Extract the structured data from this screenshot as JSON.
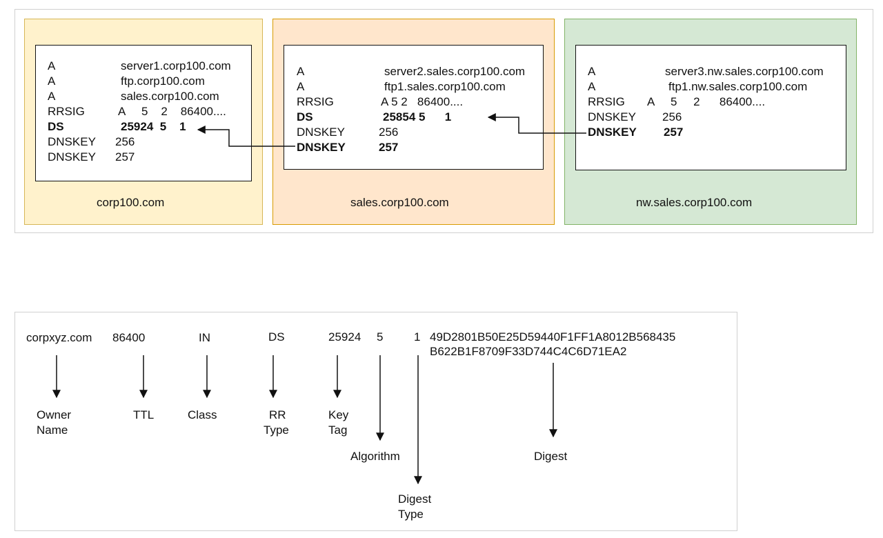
{
  "zones": [
    {
      "name": "corp100.com",
      "records": [
        [
          "A",
          "server1.corp100.com"
        ],
        [
          "A",
          "ftp.corp100.com"
        ],
        [
          "A",
          "sales.corp100.com"
        ],
        [
          "RRSIG",
          "A     5    2    86400...."
        ],
        [
          "DS",
          "25924  5    1"
        ],
        [
          "DNSKEY",
          "256"
        ],
        [
          "DNSKEY",
          "257"
        ]
      ]
    },
    {
      "name": "sales.corp100.com",
      "records": [
        [
          "A",
          "server2.sales.corp100.com"
        ],
        [
          "A",
          "ftp1.sales.corp100.com"
        ],
        [
          "RRSIG",
          "A 5 2   86400...."
        ],
        [
          "DS",
          "25854 5      1"
        ],
        [
          "DNSKEY",
          "256"
        ],
        [
          "DNSKEY",
          "257"
        ]
      ]
    },
    {
      "name": "nw.sales.corp100.com",
      "records": [
        [
          "A",
          "server3.nw.sales.corp100.com"
        ],
        [
          "A",
          "ftp1.nw.sales.corp100.com"
        ],
        [
          "RRSIG",
          "A     5     2      86400...."
        ],
        [
          "DNSKEY",
          "256"
        ],
        [
          "DNSKEY",
          "257"
        ]
      ]
    }
  ],
  "ds_record": {
    "owner": "corpxyz.com",
    "ttl": "86400",
    "class": "IN",
    "type": "DS",
    "key_tag": "25924",
    "algorithm": "5",
    "digest_type": "1",
    "digest_line1": "49D2801B50E25D59440F1FF1A8012B568435",
    "digest_line2": "B622B1F8709F33D744C4C6D71EA2"
  },
  "field_labels": {
    "owner_line1": "Owner",
    "owner_line2": "Name",
    "ttl": "TTL",
    "class": "Class",
    "rr_type_line1": "RR",
    "rr_type_line2": "Type",
    "key_tag_line1": "Key",
    "key_tag_line2": "Tag",
    "algorithm": "Algorithm",
    "digest_type_line1": "Digest",
    "digest_type_line2": "Type",
    "digest": "Digest"
  },
  "colors": {
    "zone1_fill": "#fff2cc",
    "zone2_fill": "#ffe6cc",
    "zone3_fill": "#d5e8d4"
  }
}
